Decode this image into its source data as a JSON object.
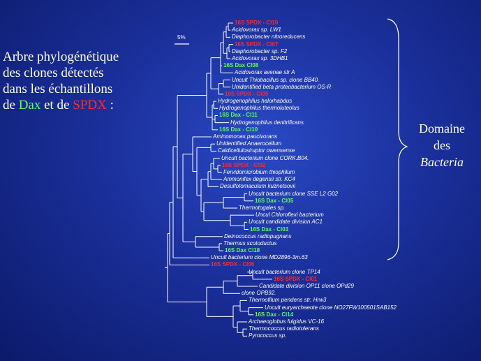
{
  "title": {
    "line1": "Arbre phylogénétique",
    "line2": "des clones détectés",
    "line3": "dans les échantillons",
    "line4_prefix": "de ",
    "dax": "Dax",
    "mid": " et de ",
    "spdx": "SPDX",
    "suffix": " :"
  },
  "domain_label": {
    "line1": "Domaine",
    "line2": "des",
    "line3": "Bacteria"
  },
  "scale_bar": {
    "label": "5%"
  },
  "colors": {
    "background": "#1a2f9a",
    "line": "#ffffff",
    "spdx": "#ff2a2a",
    "dax": "#5cff5c",
    "normal": "#ffffff"
  },
  "leaves": [
    {
      "name": "16S SPDX - Cl10",
      "group": "spdx"
    },
    {
      "name": "Acidovorax sp. LW1",
      "group": "normal"
    },
    {
      "name": "Diaphorobacter nitroreducens",
      "group": "normal"
    },
    {
      "name": "16S SPDX - Cl07",
      "group": "spdx"
    },
    {
      "name": "Diaphorobacter sp. F2",
      "group": "normal"
    },
    {
      "name": "Acidovorax sp. 3DHB1",
      "group": "normal"
    },
    {
      "name": "16S Dax Cl08",
      "group": "dax"
    },
    {
      "name": "Acidovorax avenae str A",
      "group": "normal"
    },
    {
      "name": "Uncult Thiobacillus sp. clone BB40.",
      "group": "normal"
    },
    {
      "name": "Unidentified beta proteobacterium OS-R",
      "group": "normal"
    },
    {
      "name": "16S SPDX - Cl09",
      "group": "spdx"
    },
    {
      "name": "Hydrogenophilus halorhabdus",
      "group": "normal"
    },
    {
      "name": "Hydrogenophilus thermoluteolus",
      "group": "normal"
    },
    {
      "name": "16S Dax - Cl11",
      "group": "dax"
    },
    {
      "name": "Hydrogenophilus denitrificans",
      "group": "normal"
    },
    {
      "name": "16S Dax - Cl10",
      "group": "dax"
    },
    {
      "name": "Aminomonas paucivorans",
      "group": "normal"
    },
    {
      "name": "Unidentified Anaerocellum",
      "group": "normal"
    },
    {
      "name": "Caldicellulosiruptor owensense",
      "group": "normal"
    },
    {
      "name": "Uncult bacterium clone CORK.B04.",
      "group": "normal"
    },
    {
      "name": "16S SPDX - Cl02",
      "group": "spdx"
    },
    {
      "name": "Fervidomicrobium thiophilum",
      "group": "normal"
    },
    {
      "name": "Ammonifex degensii str. KC4",
      "group": "normal"
    },
    {
      "name": "Desulfotomaculum kuznetsovii",
      "group": "normal"
    },
    {
      "name": "Uncult bacterium clone SSE L2 G02",
      "group": "normal"
    },
    {
      "name": "16S Dax - Cl05",
      "group": "dax"
    },
    {
      "name": "Thermotogales sp.",
      "group": "normal"
    },
    {
      "name": "Uncul Chloroflexi bacterium",
      "group": "normal"
    },
    {
      "name": "Uncult candidate division AC1",
      "group": "normal"
    },
    {
      "name": "16S Dax - Cl03",
      "group": "dax"
    },
    {
      "name": "Deinococcus radiopugnans",
      "group": "normal"
    },
    {
      "name": "Thermus scotoductus",
      "group": "normal"
    },
    {
      "name": "16S Dax Cl18",
      "group": "dax"
    },
    {
      "name": "Uncult bacterium clone MD2896-3m.63",
      "group": "normal"
    },
    {
      "name": "16S SPDX - Cl06",
      "group": "spdx"
    },
    {
      "name": "Uncult bacterium clone TP14",
      "group": "normal"
    },
    {
      "name": "16S SPDX - Cl01",
      "group": "spdx"
    },
    {
      "name": "Candidate division OP11 clone OPd29",
      "group": "normal"
    },
    {
      "name": "clone OPB92.",
      "group": "normal"
    },
    {
      "name": "Thermofilum pendens str. Hrw3",
      "group": "normal"
    },
    {
      "name": "Uncult euryarchaeote clone NO27FW100501SAB152",
      "group": "normal"
    },
    {
      "name": "16S Dax - Cl14",
      "group": "dax"
    },
    {
      "name": "Archaeoglobus fulgidus VC-16",
      "group": "normal"
    },
    {
      "name": "Thermococcus radiotolerans",
      "group": "normal"
    },
    {
      "name": "Pyrococcus sp.",
      "group": "normal"
    }
  ]
}
